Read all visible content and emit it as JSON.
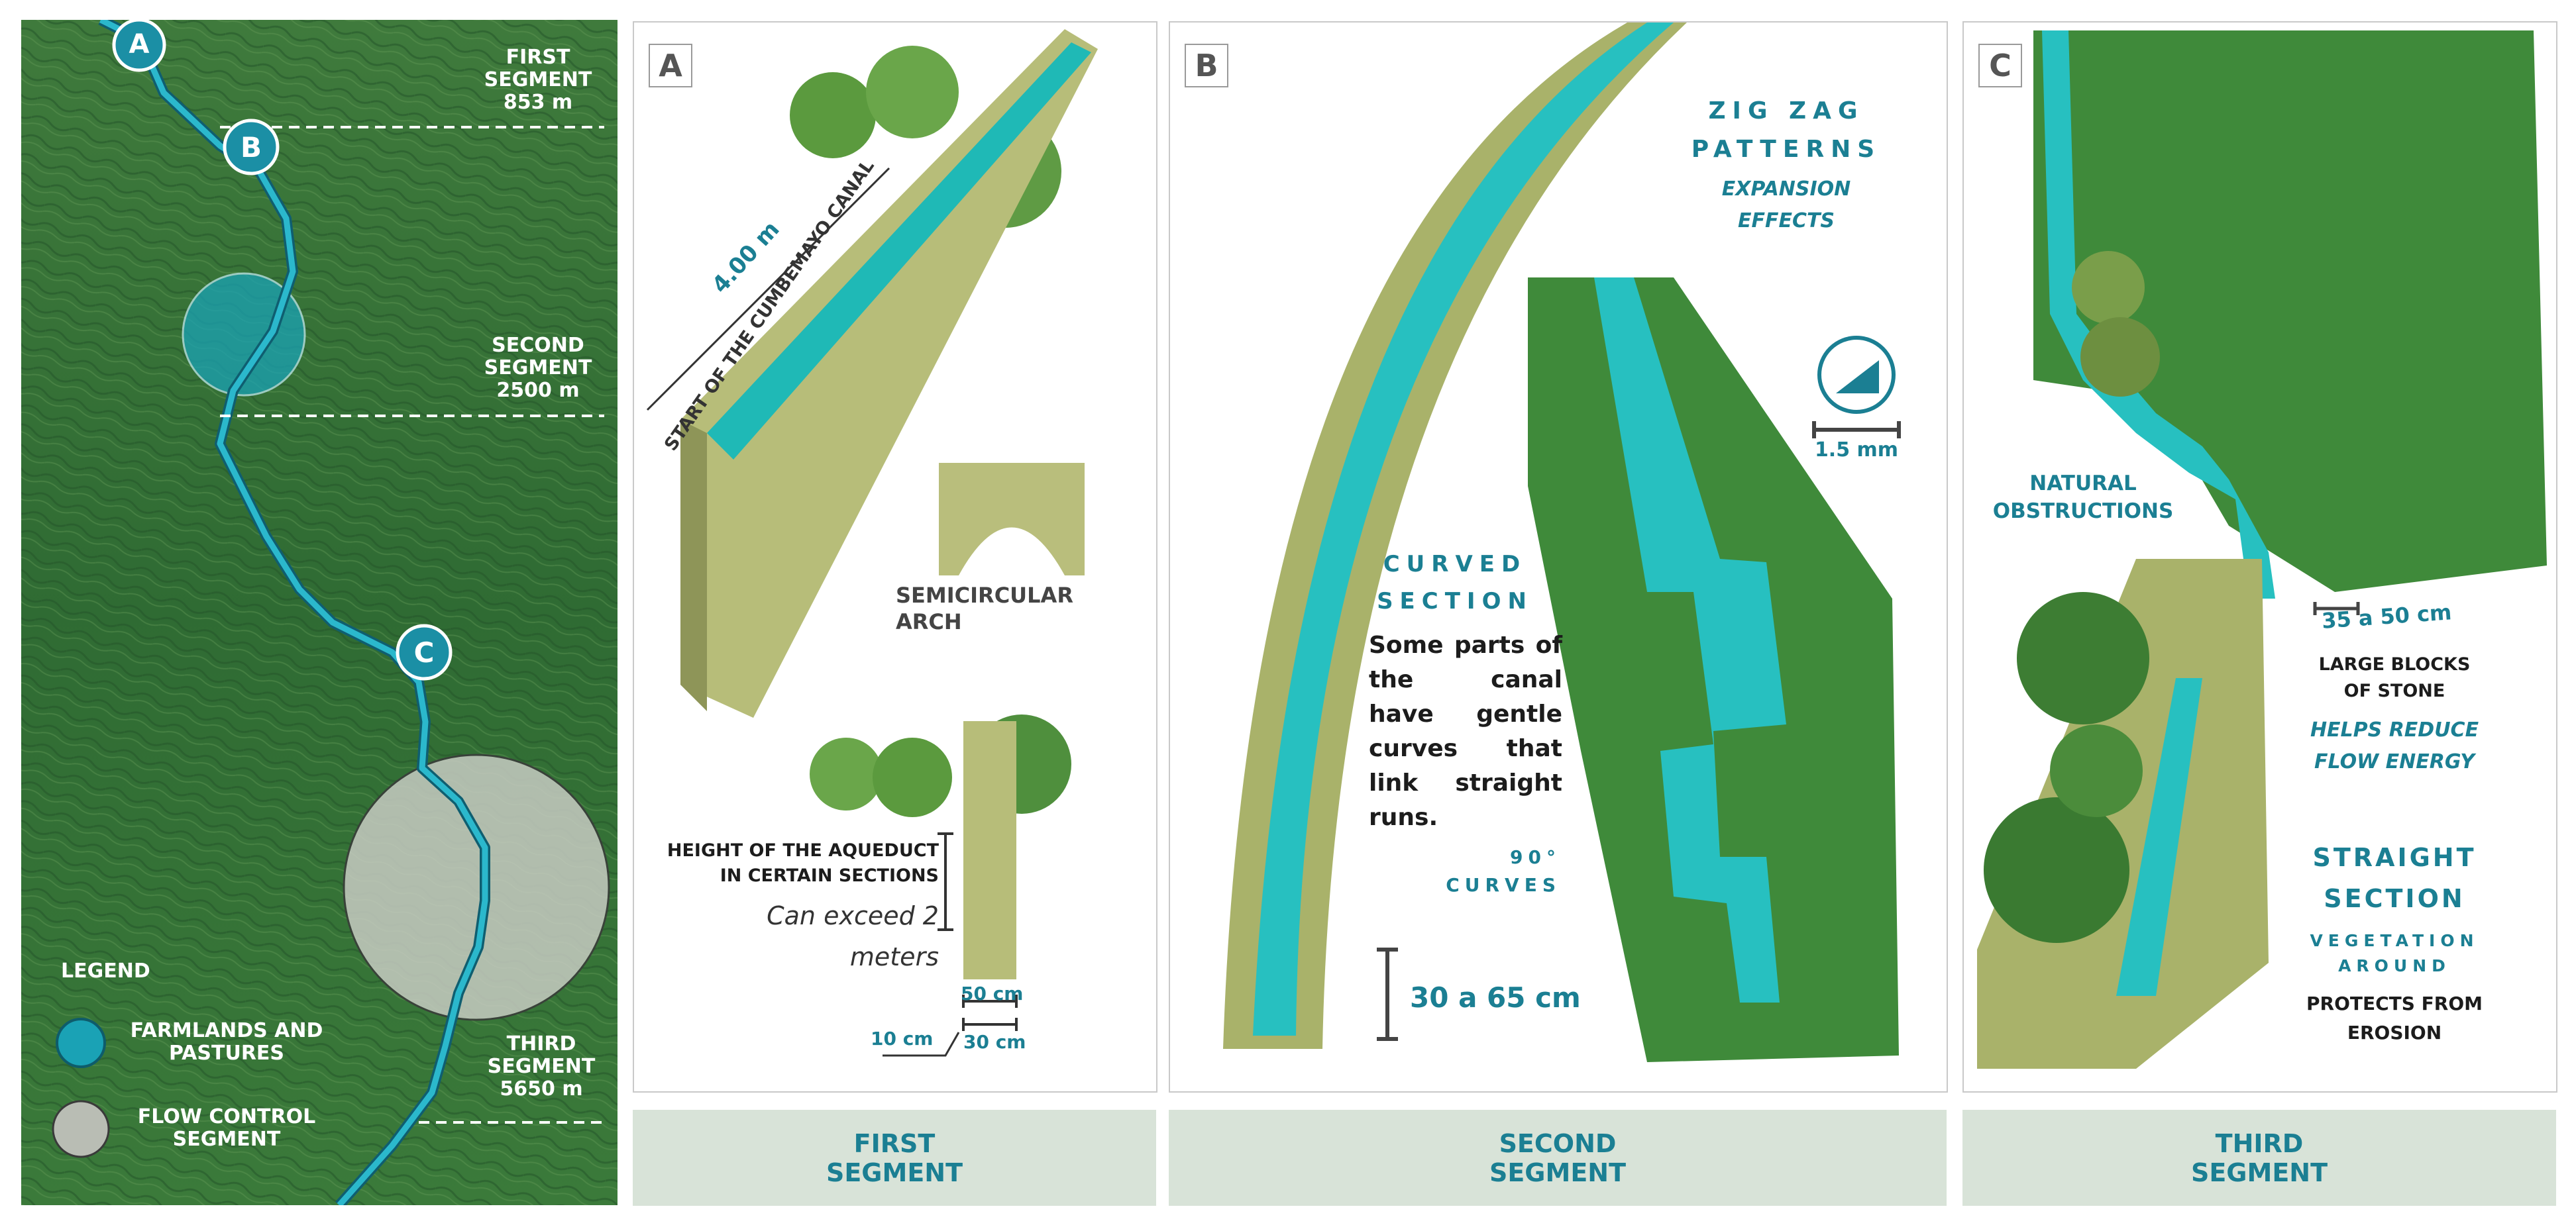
{
  "map": {
    "markers": [
      "A",
      "B",
      "C"
    ],
    "first_segment": {
      "label": "FIRST SEGMENT",
      "length": "853 m"
    },
    "second_segment": {
      "label": "SECOND SEGMENT",
      "length": "2500 m"
    },
    "third_segment": {
      "label": "THIRD SEGMENT",
      "length": "5650 m"
    },
    "legend": {
      "title": "LEGEND",
      "items": [
        {
          "label": "FARMLANDS AND PASTURES",
          "color": "#1aa2b5"
        },
        {
          "label": "FLOW CONTROL SEGMENT",
          "color": "#b9bdb4"
        }
      ]
    }
  },
  "panel_a": {
    "tag": "A",
    "canal_start": "START OF THE CUMBEMAYO CANAL",
    "width": "4.00 m",
    "arch_label": "SEMICIRCULAR ARCH",
    "height_title": "HEIGHT OF THE AQUEDUCT IN CERTAIN SECTIONS",
    "height_note": "Can exceed 2 meters",
    "dim_50": "50 cm",
    "dim_10": "10 cm",
    "dim_30": "30 cm"
  },
  "panel_b": {
    "tag": "B",
    "zigzag_title": "ZIG ZAG PATTERNS",
    "zigzag_sub": "EXPANSION EFFECTS",
    "slope": "1.5 mm",
    "curved_title": "CURVED SECTION",
    "curved_text": "Some parts of the canal have gentle curves that link straight runs.",
    "curves_90": "90° CURVES",
    "width": "30 a 65 cm"
  },
  "panel_c": {
    "tag": "C",
    "obstructions": "NATURAL OBSTRUCTIONS",
    "width": "35 a 50 cm",
    "blocks": "LARGE BLOCKS OF STONE",
    "helps": "HELPS REDUCE FLOW ENERGY",
    "straight_title": "STRAIGHT SECTION",
    "vegetation": "VEGETATION AROUND",
    "protects": "PROTECTS FROM EROSION"
  },
  "footers": [
    "FIRST SEGMENT",
    "SECOND SEGMENT",
    "THIRD SEGMENT"
  ],
  "colors": {
    "teal": "#1b7f93",
    "water": "#28c6c6",
    "stone": "#a9b26a",
    "grass": "#3f8a3a",
    "footer": "#d8e3d8"
  }
}
